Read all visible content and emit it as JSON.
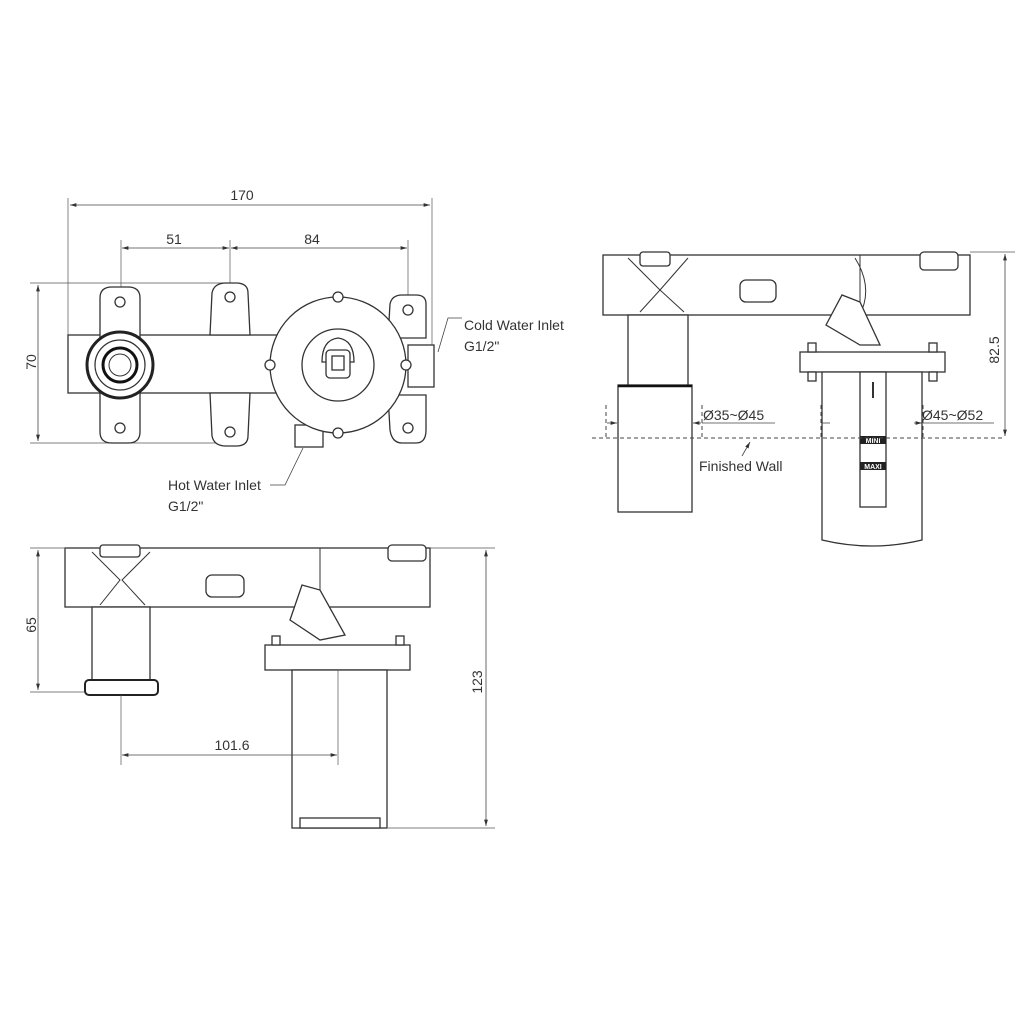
{
  "front_view": {
    "dim_overall_width": "170",
    "dim_left_spacing": "51",
    "dim_right_spacing": "84",
    "dim_height": "70",
    "cold_inlet_label": "Cold Water Inlet",
    "cold_inlet_thread": "G1/2\"",
    "hot_inlet_label": "Hot Water Inlet",
    "hot_inlet_thread": "G1/2\""
  },
  "side_view": {
    "dim_depth": "82.5",
    "dim_left_diameter": "Ø35~Ø45",
    "dim_right_diameter": "Ø45~Ø52",
    "finished_wall_label": "Finished Wall",
    "gauge_min": "MINI",
    "gauge_max": "MAXI"
  },
  "bottom_view": {
    "dim_upper_height": "65",
    "dim_total_height": "123",
    "dim_offset": "101.6"
  }
}
